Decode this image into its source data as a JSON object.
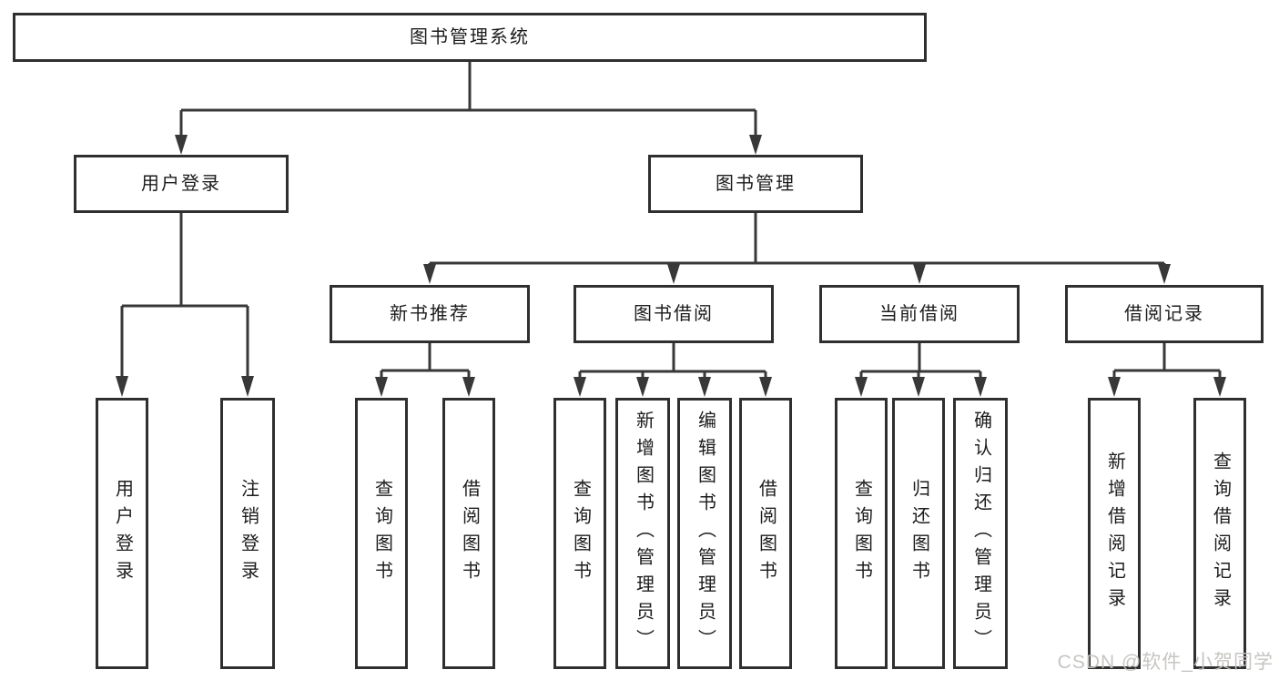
{
  "tree": {
    "label": "图书管理系统",
    "children": [
      {
        "label": "用户登录",
        "children": [
          {
            "label": "用户登录"
          },
          {
            "label": "注销登录"
          }
        ]
      },
      {
        "label": "图书管理",
        "children": [
          {
            "label": "新书推荐",
            "children": [
              {
                "label": "查询图书"
              },
              {
                "label": "借阅图书"
              }
            ]
          },
          {
            "label": "图书借阅",
            "children": [
              {
                "label": "查询图书"
              },
              {
                "label": "新增图书（管理员）"
              },
              {
                "label": "编辑图书（管理员）"
              },
              {
                "label": "借阅图书"
              }
            ]
          },
          {
            "label": "当前借阅",
            "children": [
              {
                "label": "查询图书"
              },
              {
                "label": "归还图书"
              },
              {
                "label": "确认归还（管理员）"
              }
            ]
          },
          {
            "label": "借阅记录",
            "children": [
              {
                "label": "新增借阅记录"
              },
              {
                "label": "查询借阅记录"
              }
            ]
          }
        ]
      }
    ]
  },
  "watermark": {
    "text": "CSDN @软件_小贺同学"
  },
  "colors": {
    "line": "#383838",
    "border": "#2f2f2f",
    "text": "#1c1c1c",
    "watermark": "#c5c2bf",
    "background": "#ffffff"
  }
}
